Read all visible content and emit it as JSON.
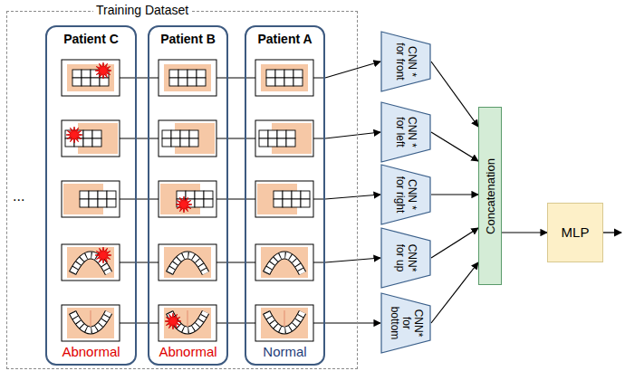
{
  "diagram": {
    "nodes": [
      {
        "text": [
          "Training Dataset"
        ]
      },
      {
        "text": [
          "Patient C",
          "Abnormal"
        ],
        "in": 0
      },
      {
        "text": [
          "Patient B",
          "Abnormal"
        ],
        "in": 0
      },
      {
        "text": [
          "Patient A",
          "Normal"
        ],
        "in": 0
      },
      {
        "text": [
          "CNN * for front"
        ]
      },
      {
        "text": [
          "CNN * for left"
        ]
      },
      {
        "text": [
          "CNN * for right"
        ]
      },
      {
        "text": [
          "CNN* for up"
        ]
      },
      {
        "text": [
          "CNN* for bottom"
        ]
      },
      {
        "text": [
          "Concatenation"
        ]
      },
      {
        "text": [
          "MLP"
        ]
      }
    ],
    "edges": [
      {
        "from": 3,
        "to": 4,
        "arrow": "to"
      },
      {
        "from": 3,
        "to": 5,
        "arrow": "to"
      },
      {
        "from": 3,
        "to": 6,
        "arrow": "to"
      },
      {
        "from": 3,
        "to": 7,
        "arrow": "to"
      },
      {
        "from": 3,
        "to": 8,
        "arrow": "to"
      },
      {
        "from": 4,
        "to": 9,
        "arrow": "to"
      },
      {
        "from": 5,
        "to": 9,
        "arrow": "to"
      },
      {
        "from": 6,
        "to": 9,
        "arrow": "to"
      },
      {
        "from": 7,
        "to": 9,
        "arrow": "to"
      },
      {
        "from": 8,
        "to": 9,
        "arrow": "to"
      },
      {
        "from": 9,
        "to": 10,
        "arrow": "to"
      }
    ],
    "labels": [
      "..."
    ]
  }
}
